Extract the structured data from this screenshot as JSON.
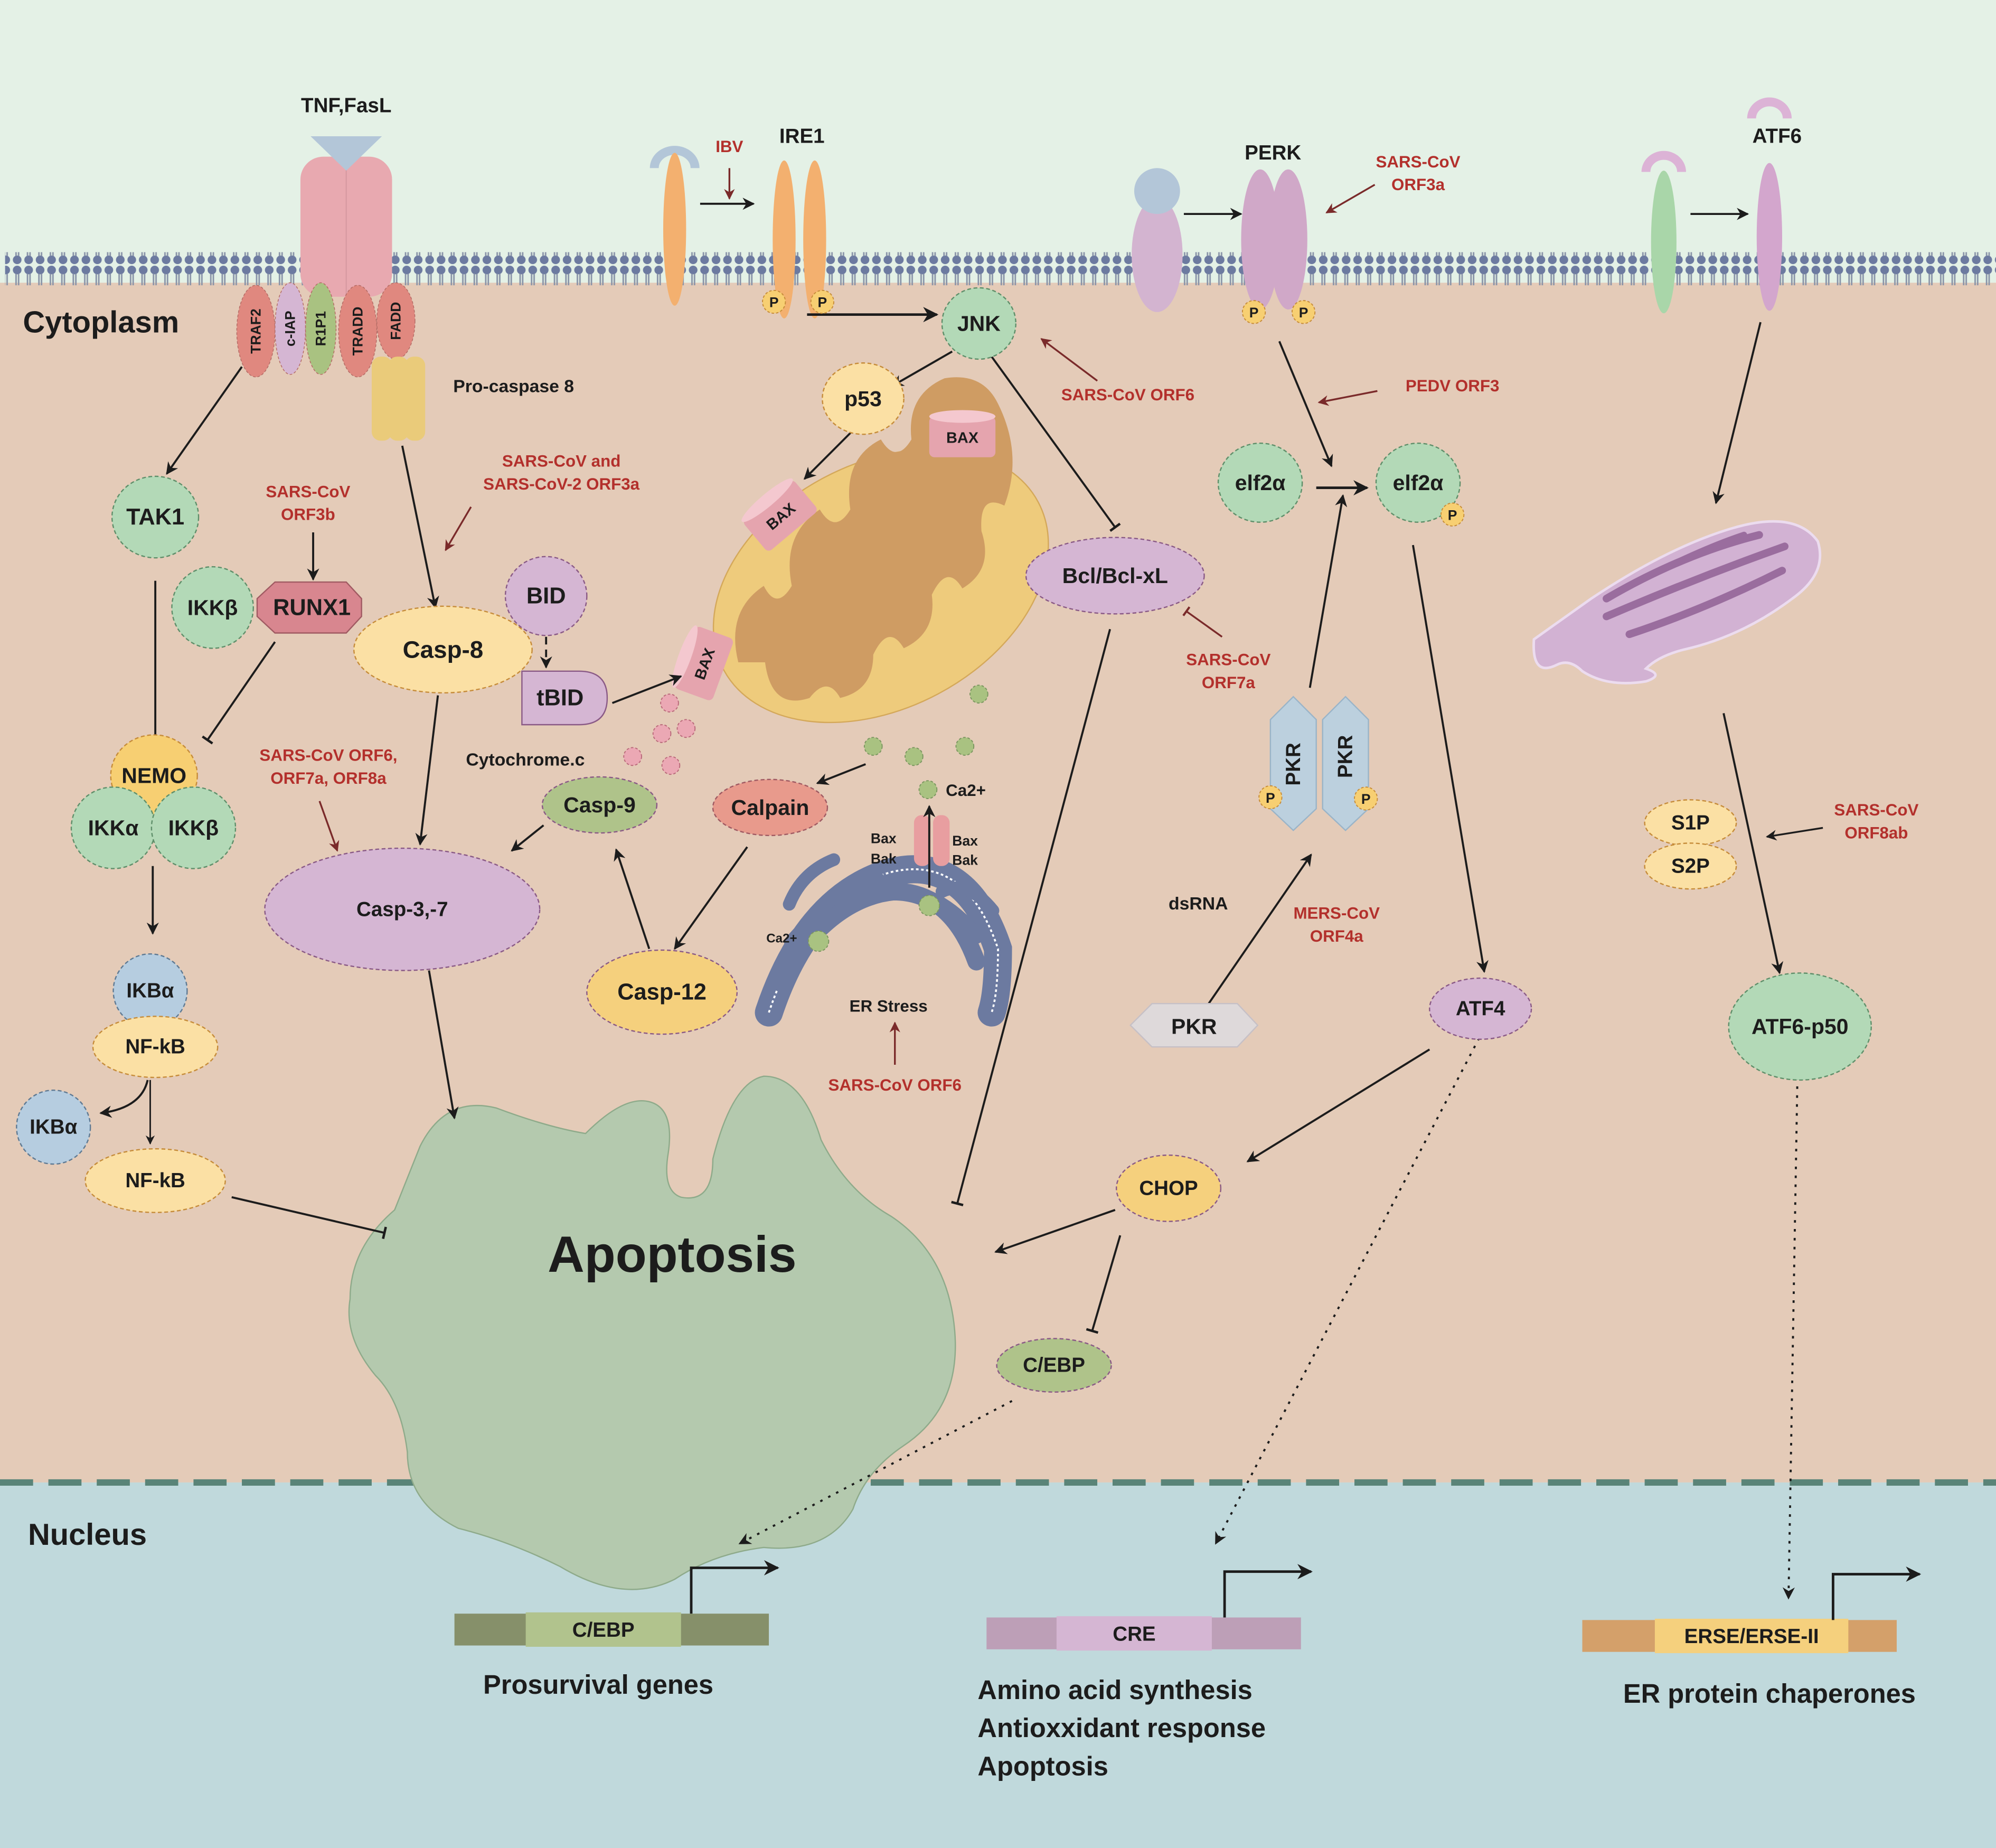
{
  "regions": {
    "cytoplasm": "Cytoplasm",
    "nucleus": "Nucleus"
  },
  "receptors": {
    "tnf_ligand": "TNF,FasL",
    "ire1": "IRE1",
    "ibv": "IBV",
    "perk": "PERK",
    "atf6": "ATF6"
  },
  "dis_complex": {
    "traf2": "TRAF2",
    "ciap": "c-IAP",
    "rip1": "R1P1",
    "tradd": "TRADD",
    "fadd": "FADD",
    "procasp8": "Pro-caspase 8"
  },
  "nodes": {
    "tak1": "TAK1",
    "ikkb_runx": "IKKβ",
    "runx1": "RUNX1",
    "nemo": "NEMO",
    "ikka": "IKKα",
    "ikkb": "IKKβ",
    "ikba1": "IKBα",
    "nfkb1": "NF-kB",
    "ikba2": "IKBα",
    "nfkb2": "NF-kB",
    "casp8": "Casp-8",
    "casp37": "Casp-3,-7",
    "bid": "BID",
    "tbid": "tBID",
    "cytc": "Cytochrome.c",
    "casp9": "Casp-9",
    "calpain": "Calpain",
    "casp12": "Casp-12",
    "jnk": "JNK",
    "p53": "p53",
    "bax": "BAX",
    "bcl": "Bcl/Bcl-xL",
    "ca_top": "Ca2+",
    "ca_er": "Ca2+",
    "bax_l": "Bax",
    "bak_l": "Bak",
    "bax_r": "Bax",
    "bak_r": "Bak",
    "er_stress": "ER Stress",
    "eif2a": "elf2α",
    "eif2a_p": "elf2α",
    "pkr_dimer": "PKR",
    "pkr": "PKR",
    "dsrna": "dsRNA",
    "atf4": "ATF4",
    "chop": "CHOP",
    "cebp": "C/EBP",
    "s1p": "S1P",
    "s2p": "S2P",
    "atf6p50": "ATF6-p50",
    "apoptosis": "Apoptosis",
    "phospho": "P"
  },
  "viral": {
    "sars_orf3b": [
      "SARS-CoV",
      "ORF3b"
    ],
    "sars_orf3a_casp8": [
      "SARS-CoV and",
      "SARS-CoV-2 ORF3a"
    ],
    "sars_orf6_7a_8a": [
      "SARS-CoV ORF6,",
      "ORF7a, ORF8a"
    ],
    "sars_orf6_jnk": [
      "SARS-CoV  ORF6"
    ],
    "sars_orf6_er": [
      "SARS-CoV  ORF6"
    ],
    "sars_orf3a_perk": [
      "SARS-CoV",
      "ORF3a"
    ],
    "pedv_orf3": [
      "PEDV ORF3"
    ],
    "sars_orf7a": [
      "SARS-CoV",
      "ORF7a"
    ],
    "mers_orf4a": [
      "MERS-CoV",
      "ORF4a"
    ],
    "sars_orf8ab": [
      "SARS-CoV",
      "ORF8ab"
    ]
  },
  "genes": [
    {
      "element": "C/EBP",
      "outcomes": [
        "Prosurvival genes"
      ]
    },
    {
      "element": "CRE",
      "outcomes": [
        "Amino acid synthesis",
        "Antioxxidant response",
        "Apoptosis"
      ]
    },
    {
      "element": "ERSE/ERSE-II",
      "outcomes": [
        "ER protein chaperones"
      ]
    }
  ],
  "colors": {
    "extracellular": "#e4f1e6",
    "cytoplasm": "#e4cbb8",
    "nucleus": "#c0d9dc",
    "membrane": "#6c7aa0",
    "viral_text": "#b3302c",
    "viral_arrow": "#7a2a2a",
    "green_node": "#b3d9b7",
    "yellow_node": "#fbe0a4",
    "purple_node": "#d5b6d3",
    "pink_node": "#d8868f",
    "blue_node": "#b6cde0",
    "apoptosis": "#b4c9ae"
  }
}
